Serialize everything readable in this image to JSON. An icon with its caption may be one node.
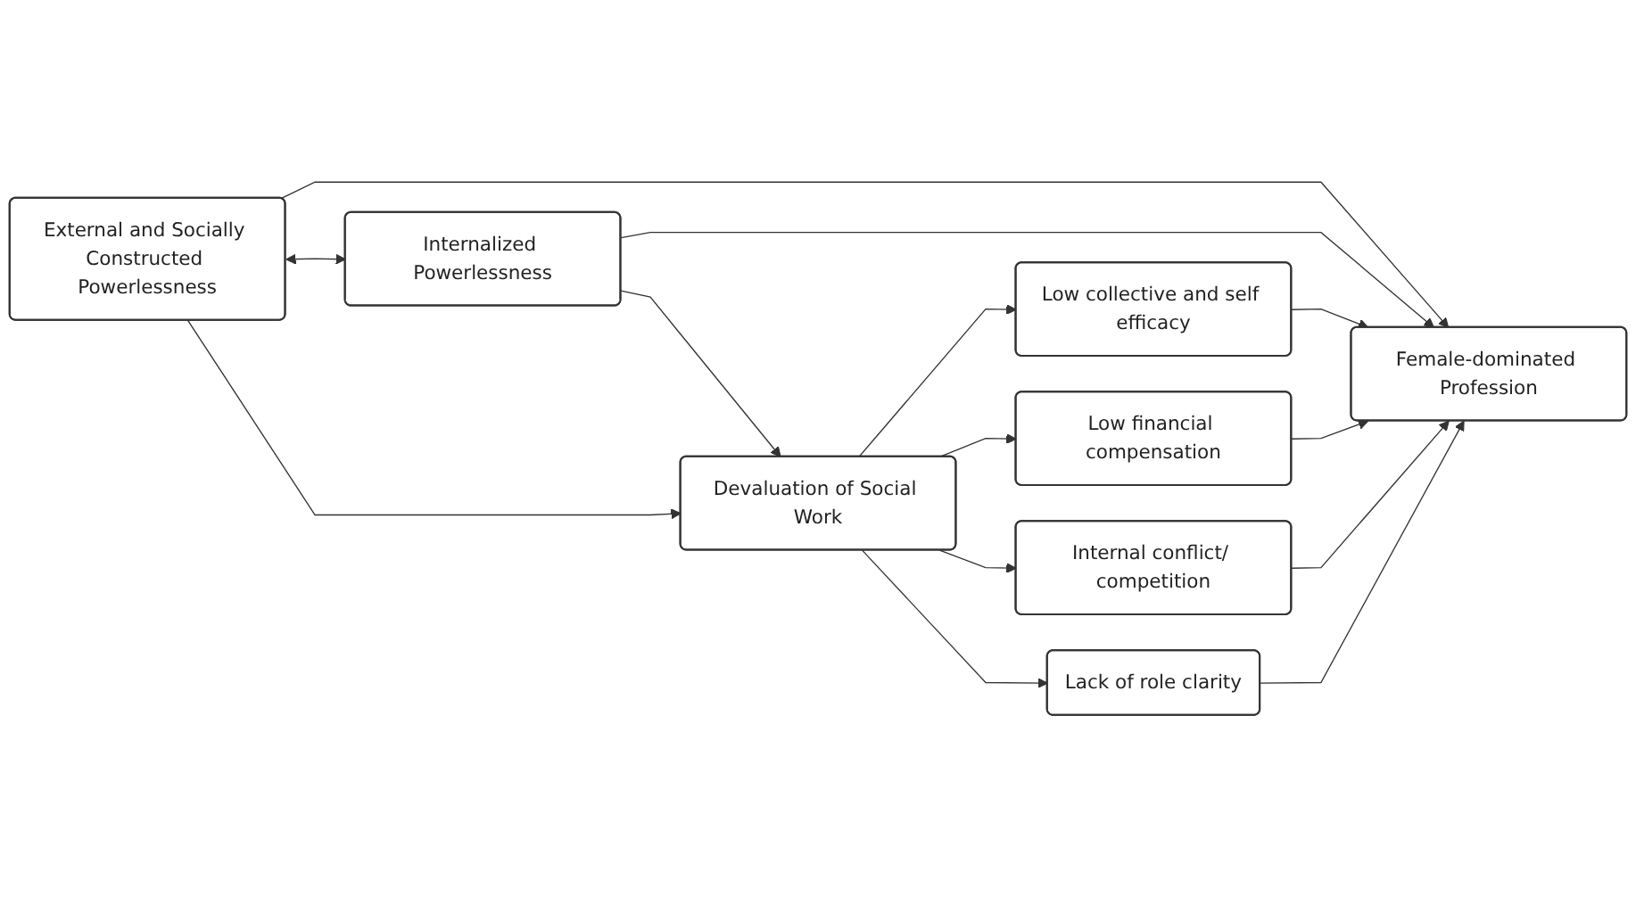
{
  "diagram": {
    "nodes": [
      {
        "text": [
          "External and Socially Constructed Powerlessness"
        ]
      },
      {
        "text": [
          "Female-dominated Profession"
        ]
      },
      {
        "text": [
          "Internalized Powerlessness"
        ]
      },
      {
        "text": [
          "Devaluation of Social Work"
        ]
      },
      {
        "text": [
          "Low collective and self efficacy"
        ]
      },
      {
        "text": [
          "Low financial compensation"
        ]
      },
      {
        "text": [
          "Internal conflict/ competition"
        ]
      },
      {
        "text": [
          "Lack of role clarity"
        ]
      }
    ],
    "edges": [
      {
        "from": 0,
        "to": 1,
        "arrow": "to"
      },
      {
        "from": 0,
        "to": 2,
        "arrow": "both"
      },
      {
        "from": 0,
        "to": 3,
        "arrow": "to"
      },
      {
        "from": 2,
        "to": 1,
        "arrow": "to"
      },
      {
        "from": 2,
        "to": 3,
        "arrow": "to"
      },
      {
        "from": 3,
        "to": 4,
        "arrow": "to"
      },
      {
        "from": 3,
        "to": 5,
        "arrow": "to"
      },
      {
        "from": 3,
        "to": 6,
        "arrow": "to"
      },
      {
        "from": 3,
        "to": 7,
        "arrow": "to"
      },
      {
        "from": 4,
        "to": 1,
        "arrow": "to"
      },
      {
        "from": 5,
        "to": 1,
        "arrow": "to"
      },
      {
        "from": 6,
        "to": 1,
        "arrow": "to"
      },
      {
        "from": 7,
        "to": 1,
        "arrow": "to"
      }
    ]
  }
}
